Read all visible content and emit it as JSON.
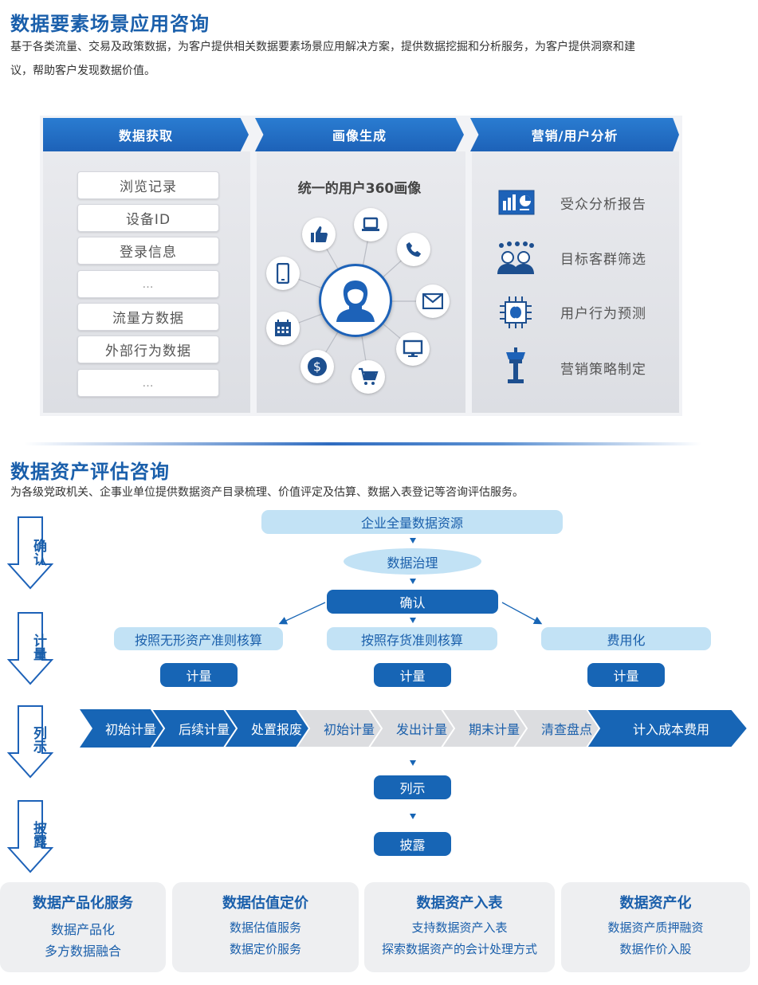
{
  "section1": {
    "title": "数据要素场景应用咨询",
    "desc_line1": "基于各类流量、交易及政策数据，为客户提供相关数据要素场景应用解决方案，提供数据挖掘和分析服务，为客户提供洞察和建",
    "desc_line2": "议，帮助客户发现数据价值。",
    "columns": {
      "acquire": {
        "header": "数据获取",
        "items": [
          "浏览记录",
          "设备ID",
          "登录信息",
          "…",
          "流量方数据",
          "外部行为数据",
          "…"
        ]
      },
      "portrait": {
        "header": "画像生成",
        "subtitle": "统一的用户360画像"
      },
      "analysis": {
        "header": "营销/用户分析",
        "items": [
          "受众分析报告",
          "目标客群筛选",
          "用户行为预测",
          "营销策略制定"
        ]
      }
    }
  },
  "section2": {
    "title": "数据资产评估咨询",
    "desc": "为各级党政机关、企事业单位提供数据资产目录梳理、价值评定及估算、数据入表登记等咨询评估服务。",
    "steps": [
      "确认",
      "计量",
      "列示",
      "披露"
    ],
    "flow": {
      "top": "企业全量数据资源",
      "govern": "数据治理",
      "confirm": "确认",
      "branches": [
        "按照无形资产准则核算",
        "按照存货准则核算",
        "费用化"
      ],
      "measure": "计量",
      "chevrons": [
        "初始计量",
        "后续计量",
        "处置报废",
        "初始计量",
        "发出计量",
        "期末计量",
        "清查盘点",
        "计入成本费用"
      ],
      "list": "列示",
      "disclose": "披露"
    },
    "cards": [
      {
        "title": "数据产品化服务",
        "lines": [
          "数据产品化",
          "多方数据融合"
        ]
      },
      {
        "title": "数据估值定价",
        "lines": [
          "数据估值服务",
          "数据定价服务"
        ]
      },
      {
        "title": "数据资产入表",
        "lines": [
          "支持数据资产入表",
          "探索数据资产的会计处理方式"
        ]
      },
      {
        "title": "数据资产化",
        "lines": [
          "数据资产质押融资",
          "数据作价入股"
        ]
      }
    ]
  },
  "colors": {
    "brand_blue": "#1a5fab",
    "banner_blue": "#1d62b8",
    "light_blue": "#c2e2f5",
    "dark_blue": "#1765b5",
    "gray_chevron": "#dcdde0",
    "card_bg": "#eeeff1"
  }
}
